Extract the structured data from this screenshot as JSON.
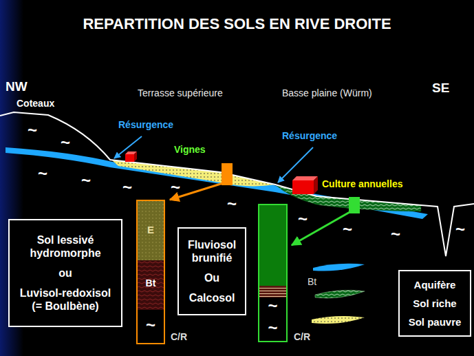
{
  "diagram": {
    "title": "REPARTITION DES SOLS EN RIVE DROITE",
    "nodes": [
      {
        "text": [
          "Sol lessivé hydromorphe",
          "ou",
          "Luvisol-redoxisol (= Boulbène)"
        ]
      },
      {
        "text": [
          "E",
          "Bt",
          "~",
          "C/R"
        ]
      },
      {
        "text": [
          "Fluviosol brunifié",
          "Ou",
          "Calcosol"
        ]
      },
      {
        "text": [
          "~",
          "~",
          "C/R"
        ]
      }
    ],
    "labels": [
      "NW",
      "SE",
      "Coteaux",
      "Terrasse supérieure",
      "Basse plaine (Würm)",
      "Résurgence",
      "Résurgence",
      "Vignes",
      "Culture annuelles",
      "Bt",
      "~",
      "~",
      "~",
      "~",
      "~",
      "~",
      "~",
      "~",
      "~",
      "~",
      "~"
    ],
    "legend": [
      {
        "text": "Aquifère"
      },
      {
        "text": "Sol riche"
      },
      {
        "text": "Sol pauvre"
      }
    ]
  }
}
